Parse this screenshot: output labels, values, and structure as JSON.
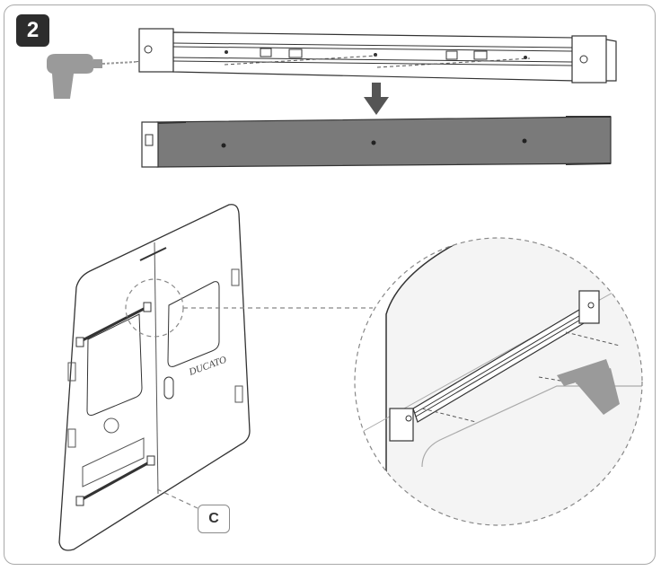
{
  "step": {
    "number": "2"
  },
  "callout": {
    "label": "C"
  },
  "van": {
    "badge_text": "DUCATO"
  },
  "colors": {
    "badge": "#2d2d2d",
    "rail_gray": "#7a7a7a",
    "line": "#333333",
    "dashed": "#888888",
    "tool": "#9a9a9a"
  }
}
